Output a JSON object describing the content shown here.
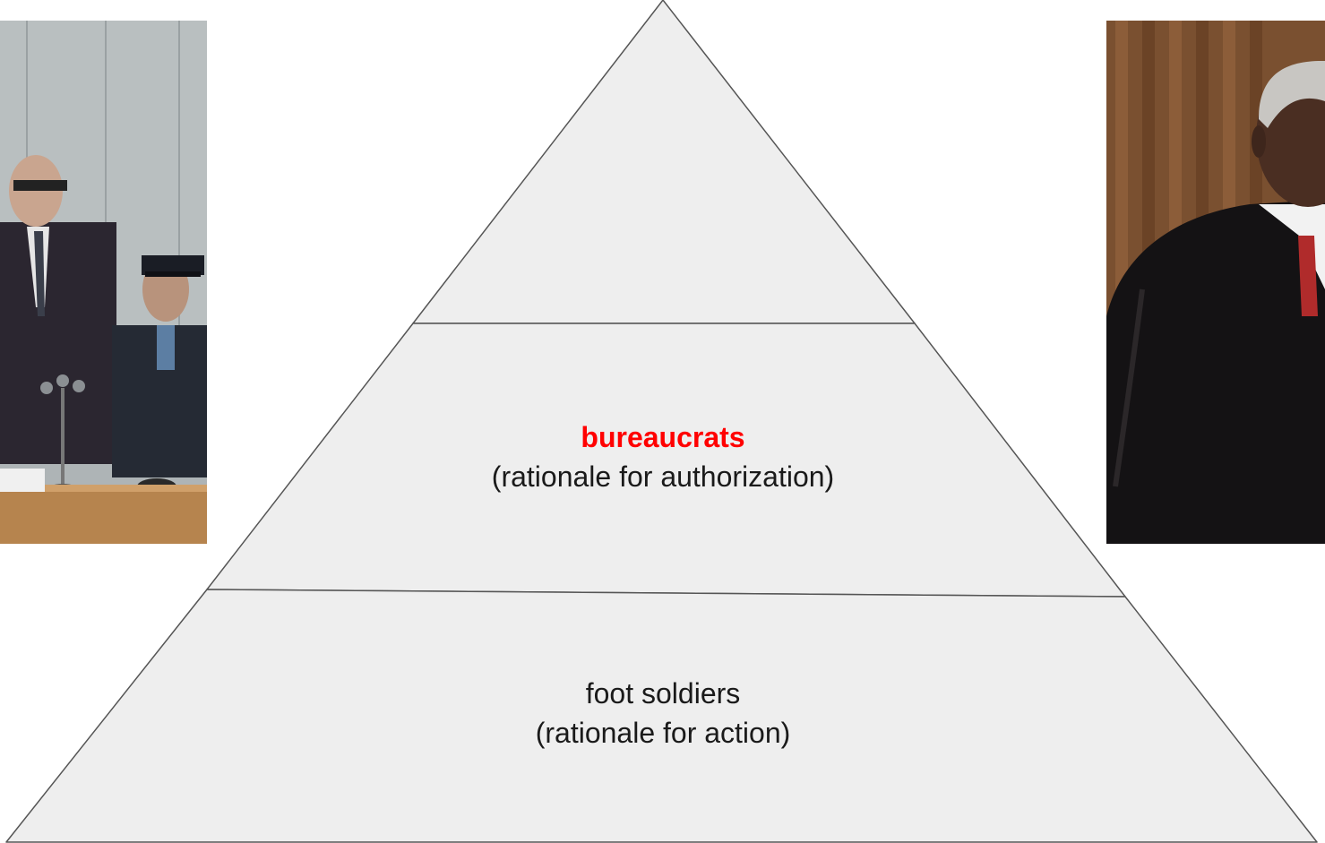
{
  "pyramid": {
    "fill_color": "#eeeeee",
    "stroke_color": "#555555",
    "tiers": [
      {
        "id": "top",
        "heading": "",
        "subheading": ""
      },
      {
        "id": "middle",
        "heading": "bureaucrats",
        "heading_color": "#ff0000",
        "subheading": "(rationale for authorization)"
      },
      {
        "id": "bottom",
        "heading": "foot soldiers",
        "subheading": "(rationale for action)"
      }
    ]
  },
  "photos": {
    "left": {
      "icon": "courtroom-photo"
    },
    "right": {
      "icon": "judge-portrait-photo"
    }
  }
}
